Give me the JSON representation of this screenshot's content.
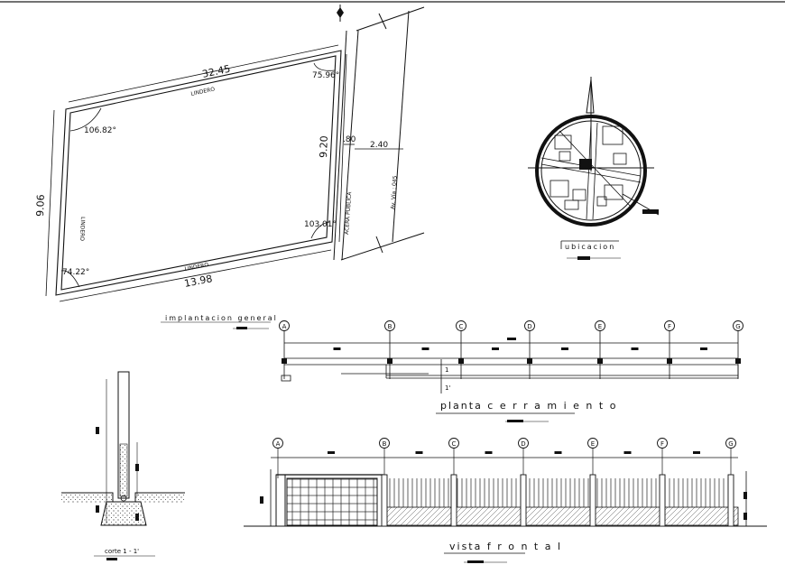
{
  "site_plan": {
    "dim_top": "32.45",
    "dim_left": "9.06",
    "dim_right": "9.20",
    "dim_bottom": "13.98",
    "dim_sidewalk": ".80",
    "dim_street": "2.40",
    "angle_top_left": "106.82°",
    "angle_top_right": "75.96°",
    "angle_bottom_right": "103.01°",
    "angle_bottom_left": "74.22°",
    "lindero_top": "LINDERO",
    "lindero_left": "LINDERO",
    "lindero_bottom": "LINDERO",
    "sidewalk_text": "ACERA PUBLICA",
    "street_text": "Av. Vía : 045"
  },
  "location": {
    "title": "ubicacion"
  },
  "plan_view": {
    "subtitle": "implantacion general",
    "title": "planta c e r r a m i e n t o",
    "axes": [
      "A",
      "B",
      "C",
      "D",
      "E",
      "F",
      "G"
    ],
    "section_mark_a": "1",
    "section_mark_b": "1'"
  },
  "elevation": {
    "title": "vista  f r o n t a l",
    "axes": [
      "A",
      "B",
      "C",
      "D",
      "E",
      "F",
      "G"
    ]
  },
  "section": {
    "title": "corte 1 - 1'"
  }
}
